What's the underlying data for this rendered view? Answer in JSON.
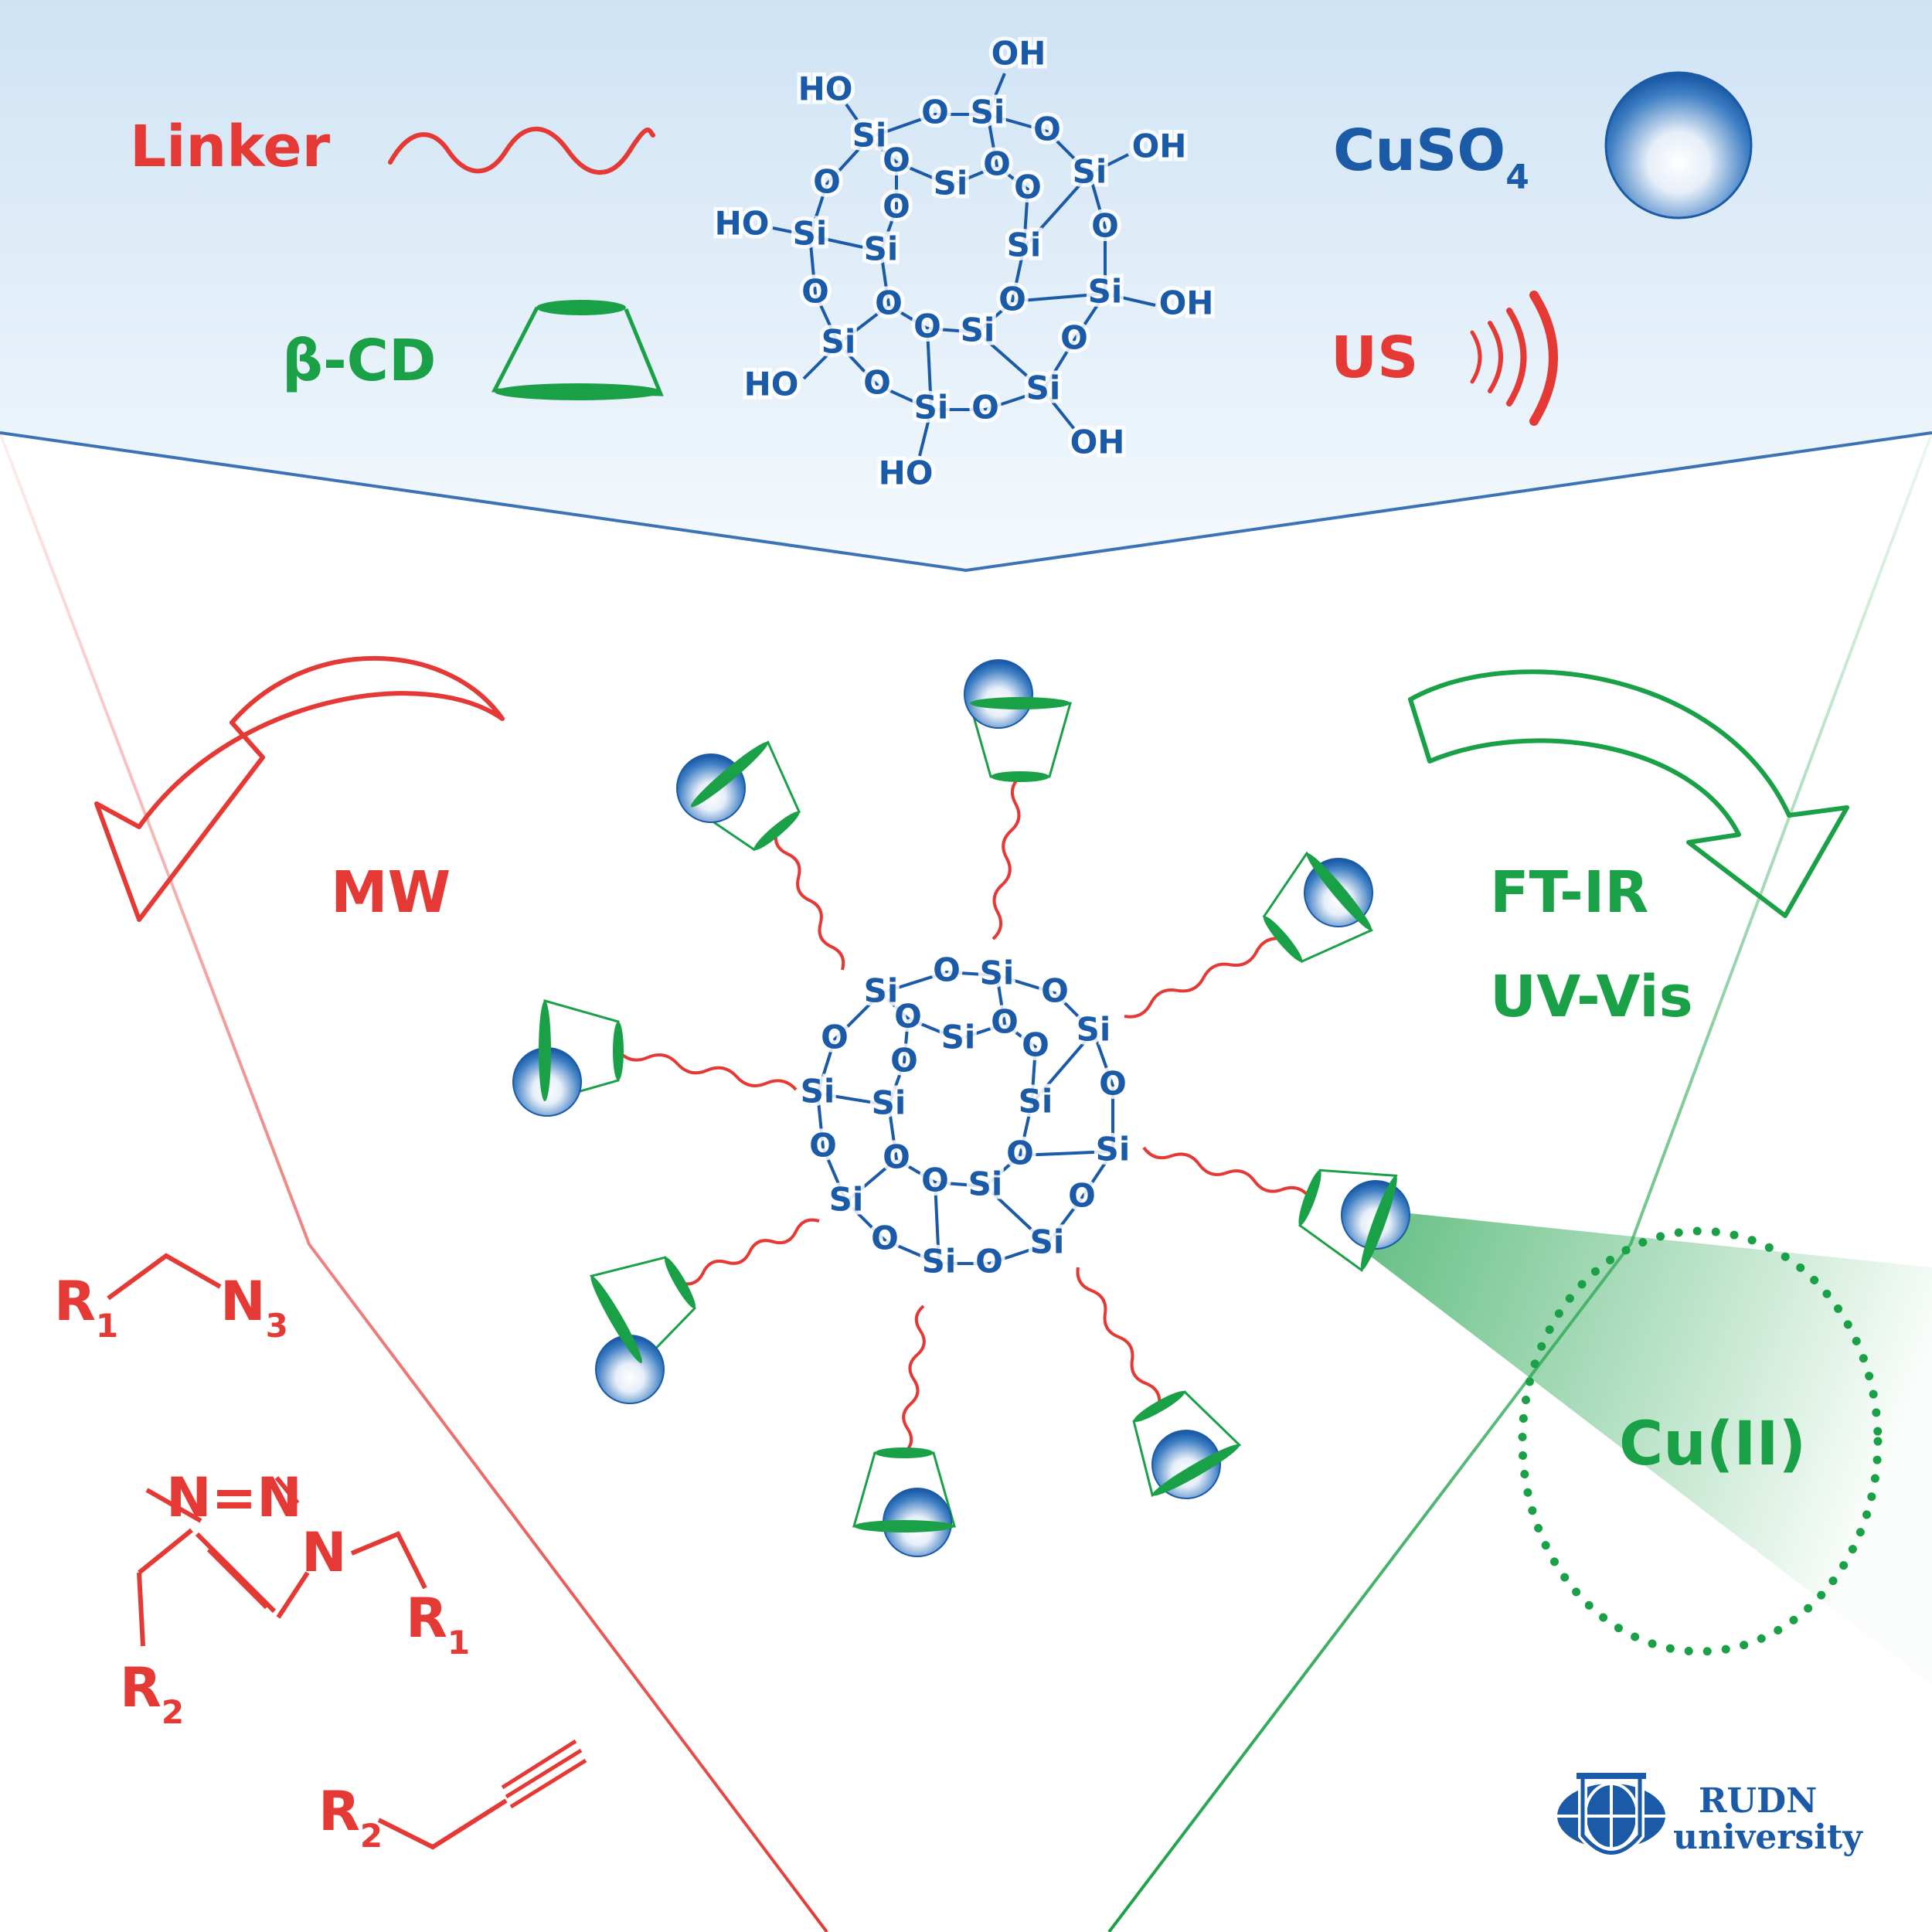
{
  "legend": {
    "linker": "Linker",
    "beta_cd": "β-CD",
    "cuso4": "CuSO",
    "cuso4_sub": "4",
    "us": "US"
  },
  "methods": {
    "mw": "MW",
    "ftir": "FT-IR",
    "uvvis": "UV-Vis",
    "cu2": "Cu(II)"
  },
  "reagents": {
    "r1": "R",
    "r1_sub": "1",
    "r2": "R",
    "r2_sub": "2",
    "n3": "N",
    "n3_sub": "3",
    "n": "N",
    "n_eq_n": "N=N"
  },
  "poss": {
    "si": "Si",
    "o": "O",
    "oh": "OH",
    "ho": "HO"
  },
  "logo": {
    "line1": "RUDN",
    "line2": "university"
  },
  "colors": {
    "red": "#e53935",
    "blue": "#1a5aa6",
    "green": "#1aa047",
    "banner": "#dcebf7"
  }
}
